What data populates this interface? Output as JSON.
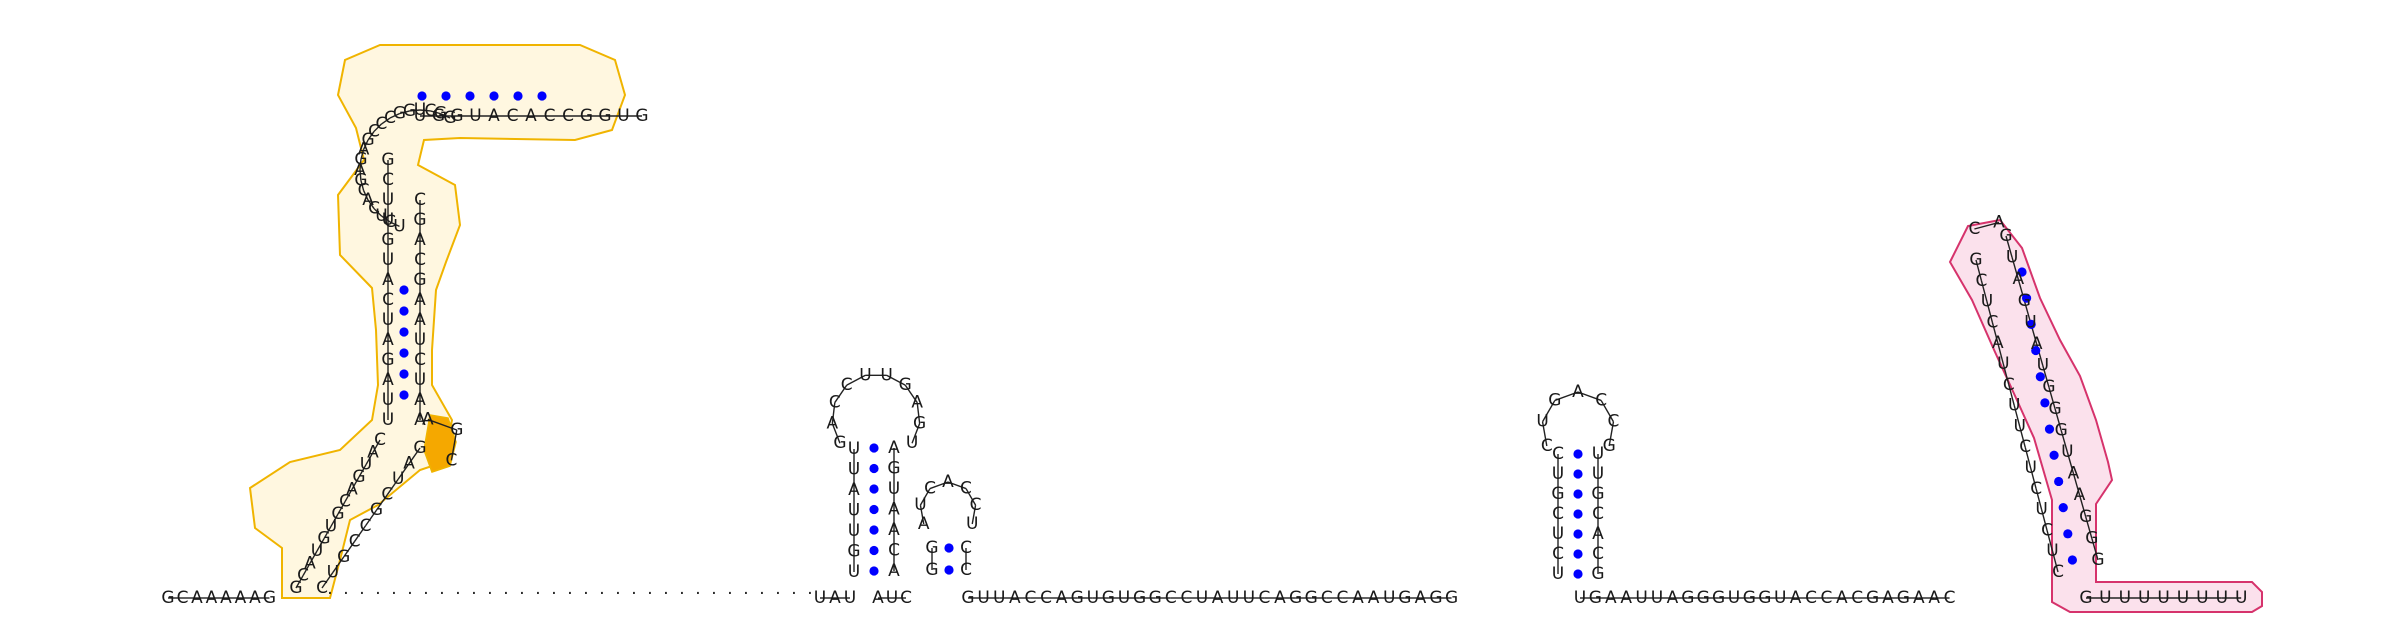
{
  "diagram": {
    "type": "rna-secondary-structure",
    "colors": {
      "gold_outline": "#f0b400",
      "gold_fill": "#f5a800",
      "pink_outline": "#d6336c",
      "pink_fill": "#f7cfe0",
      "pair_dot": "#0000ff",
      "letters": "#1a1a1a"
    },
    "sequences": {
      "leader": "GCAAAAAG",
      "linker_left": "UAU",
      "linker_mid": "AUC",
      "linker_long": "GUUACCAGUGUGGCCUAUUCAGGCCAAUGAGG",
      "linker_right": "UGAAUUAGGGUGGUACCACGAGAAC",
      "tail": "GUUUUUUUU",
      "h1_left": "UUAUUGU",
      "h1_loop": "GACCUUGAGU",
      "h1_right": "AGUAACA",
      "h2_left": "GG",
      "h2_loop": "AUCACCU",
      "h2_right": "CC",
      "h3_left": "CUGCUCU",
      "h3_loop": "CUGACCG",
      "h3_right": "UUGCACG",
      "term_left": "CUCUCUCUUCUACUCG",
      "term_loop": "CA",
      "term_right": "GUAGUAUGGGUAAGGG",
      "fold_bottom_left": "GCAUGUGCAGUAC",
      "fold_bottom_right": "CUGCCGCUAG",
      "fold_middle_left": "UUAGAUCAUGUUCG",
      "fold_middle_right": "AAUCUAAGCAGC",
      "fold_top_left": "UCUCACGAGAGCCCGGUCGG",
      "fold_top_right": "UGGUACACCGGUG",
      "orange_highlight": "AGC"
    }
  }
}
